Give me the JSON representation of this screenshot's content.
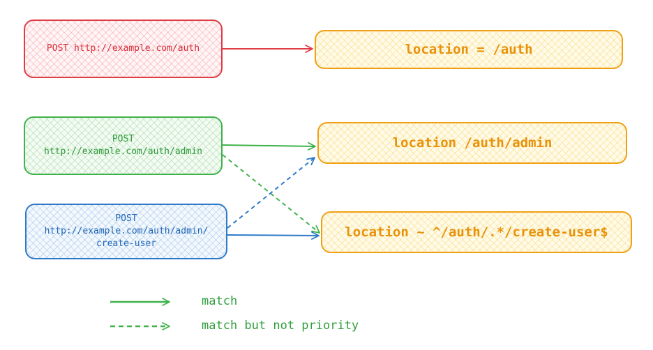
{
  "requests": [
    {
      "lines": [
        "POST http://example.com/auth"
      ]
    },
    {
      "lines": [
        "POST",
        "http://example.com/auth/admin"
      ]
    },
    {
      "lines": [
        "POST",
        "http://example.com/auth/admin/",
        "create-user"
      ]
    }
  ],
  "locations": [
    {
      "label": "location = /auth"
    },
    {
      "label": "location /auth/admin"
    },
    {
      "label": "location ~ ^/auth/.*/create-user$"
    }
  ],
  "legend": [
    {
      "style": "solid",
      "label": "match"
    },
    {
      "style": "dashed",
      "label": "match but not priority"
    }
  ],
  "colors": {
    "red": "#e03b44",
    "green": "#3fb24a",
    "blue": "#2d7ac8",
    "orange": "#f0a014"
  }
}
